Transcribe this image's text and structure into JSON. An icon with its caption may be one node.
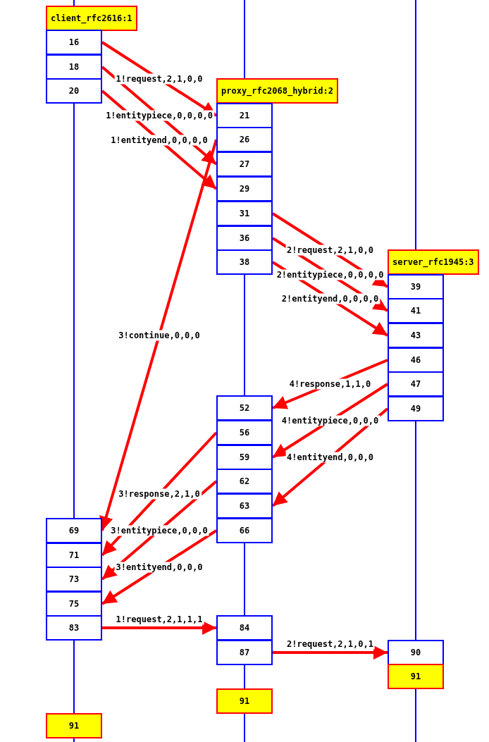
{
  "diagram": {
    "nodes": [
      {
        "text": [
          "client_rfc2616:1"
        ]
      },
      {
        "text": [
          "16"
        ]
      },
      {
        "text": [
          "18"
        ]
      },
      {
        "text": [
          "20"
        ]
      },
      {
        "text": [
          "69"
        ]
      },
      {
        "text": [
          "71"
        ]
      },
      {
        "text": [
          "73"
        ]
      },
      {
        "text": [
          "75"
        ]
      },
      {
        "text": [
          "83"
        ]
      },
      {
        "text": [
          "91"
        ]
      },
      {
        "text": [
          "proxy_rfc2068_hybrid:2"
        ]
      },
      {
        "text": [
          "21"
        ]
      },
      {
        "text": [
          "26"
        ]
      },
      {
        "text": [
          "27"
        ]
      },
      {
        "text": [
          "29"
        ]
      },
      {
        "text": [
          "31"
        ]
      },
      {
        "text": [
          "36"
        ]
      },
      {
        "text": [
          "38"
        ]
      },
      {
        "text": [
          "52"
        ]
      },
      {
        "text": [
          "56"
        ]
      },
      {
        "text": [
          "59"
        ]
      },
      {
        "text": [
          "62"
        ]
      },
      {
        "text": [
          "63"
        ]
      },
      {
        "text": [
          "66"
        ]
      },
      {
        "text": [
          "84"
        ]
      },
      {
        "text": [
          "87"
        ]
      },
      {
        "text": [
          "91"
        ]
      },
      {
        "text": [
          "server_rfc1945:3"
        ]
      },
      {
        "text": [
          "39"
        ]
      },
      {
        "text": [
          "41"
        ]
      },
      {
        "text": [
          "43"
        ]
      },
      {
        "text": [
          "46"
        ]
      },
      {
        "text": [
          "47"
        ]
      },
      {
        "text": [
          "49"
        ]
      },
      {
        "text": [
          "90"
        ]
      },
      {
        "text": [
          "91"
        ]
      }
    ],
    "edges": [
      {
        "from": 1,
        "to": 11,
        "arrow": "to",
        "label": "1!request,2,1,0,0"
      },
      {
        "from": 2,
        "to": 13,
        "arrow": "to",
        "label": "1!entitypiece,0,0,0,0"
      },
      {
        "from": 3,
        "to": 14,
        "arrow": "to",
        "label": "1!entityend,0,0,0,0"
      },
      {
        "from": 12,
        "to": 4,
        "arrow": "to",
        "label": "3!continue,0,0,0"
      },
      {
        "from": 15,
        "to": 28,
        "arrow": "to",
        "label": "2!request,2,1,0,0"
      },
      {
        "from": 16,
        "to": 29,
        "arrow": "to",
        "label": "2!entitypiece,0,0,0,0"
      },
      {
        "from": 17,
        "to": 30,
        "arrow": "to",
        "label": "2!entityend,0,0,0,0"
      },
      {
        "from": 31,
        "to": 18,
        "arrow": "to",
        "label": "4!response,1,1,0"
      },
      {
        "from": 32,
        "to": 20,
        "arrow": "to",
        "label": "4!entitypiece,0,0,0"
      },
      {
        "from": 33,
        "to": 22,
        "arrow": "to",
        "label": "4!entityend,0,0,0"
      },
      {
        "from": 19,
        "to": 5,
        "arrow": "to",
        "label": "3!response,2,1,0"
      },
      {
        "from": 21,
        "to": 6,
        "arrow": "to",
        "label": "3!entitypiece,0,0,0"
      },
      {
        "from": 23,
        "to": 7,
        "arrow": "to",
        "label": "3!entityend,0,0,0"
      },
      {
        "from": 8,
        "to": 24,
        "arrow": "to",
        "label": "1!request,2,1,1,1"
      },
      {
        "from": 25,
        "to": 34,
        "arrow": "to",
        "label": "2!request,2,1,0,1"
      }
    ]
  }
}
